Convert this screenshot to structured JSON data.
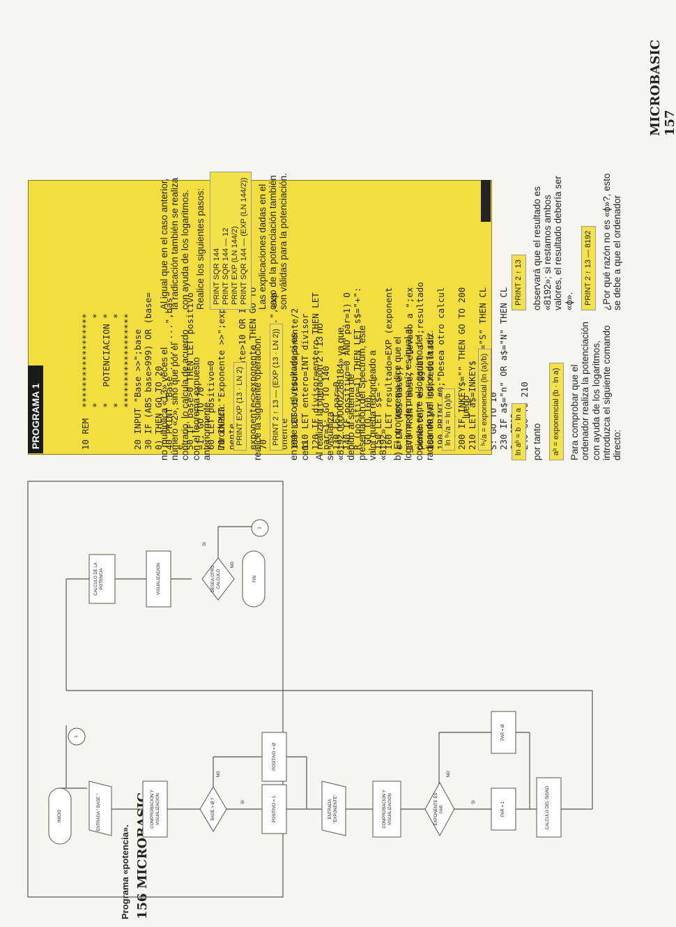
{
  "left_page": {
    "folio": "156 MICROBASIC",
    "caption": "Programa «potencia».",
    "flowchart": {
      "inicio": "INICIO",
      "entrada_base": "ENTRADA \" BASE \"",
      "comprobacion1": "COMPROBACION Y VISUALIZACION",
      "decision_base": "BASE > Ø ?",
      "si": "SI",
      "no": "NO",
      "positivo1": "POSITIVO = 1",
      "positivo0": "POSITIVO = Ø",
      "entrada_exponente": "ENTRADA \"EXPONENTE\"",
      "comprobacion2": "COMPROBACION Y VISUALIZACION",
      "decision_par": "EXPONENTE ES PAR",
      "par1": "PAR = 1",
      "par0": "PAR = Ø",
      "calculo_signo": "CALCULO DEL SIGNO",
      "calculo_potencia": "CALCULO DE LA POTENCIA",
      "visualizacion": "VISUALIZACION",
      "decision_otro": "DESEA OTRO CALCULO",
      "fin": "FIN",
      "connector": "1"
    }
  },
  "program": {
    "title": "PROGRAMA 1",
    "lines": [
      "10 REM  ******************",
      "        *                *",
      "        *   POTENCIACION *",
      "        *                *",
      "        ******************",
      "20 INPUT \"Base >>\";base",
      "30 IF (ABS base>999) OR (base=",
      "0) THEN GO TO 20",
      "40 PRINT \"Base .........\",bas",
      "e",
      "50 IF base>0 THEN LET positivo",
      "=1: GO TO 70",
      "60 LET positivo=0",
      "70 INPUT \"Exponente >>\";expo",
      "nente",
      "80 IF ABS exponente>10 OR INT",
      "exponente<>exponente THEN GO TO",
      "70",
      "90 PRINT \"Exponente .....\",exp",
      "onente",
      "100 LET divisor=exponente/2",
      "110 LET entero=INT divisor",
      "120 IF divisor=entero THEN LET",
      "par=1: GO TO 140",
      "130 LET par=0",
      "140 IF positivo=0 AND par=1) O",
      "R (positivo=1) THEN LET s$=\"+\":",
      " GO TO 160",
      "150 LET s$=\"-\"",
      "160 LET resultado=EXP (exponent",
      "e*LN (ABS base))",
      "170 PRINT base,\" elevado a \";ex",
      "ponente,\" es igual a \";resultado",
      "180 PRINT s$;resultado",
      "190 PRINT #0;\"Desea otro calcul",
      "o (S/N)\"",
      "200 IF INKEY$=\"\" THEN GO TO 200",
      "210 LET a$=INKEY$",
      "220 IF a$=\"s\" OR a$=\"S\" THEN CL",
      "S: GO TO 10",
      "230 IF a$=\"n\" OR a$=\"N\" THEN CL",
      "S: STOP",
      "240 GO TO 210"
    ]
  },
  "below_program": {
    "box1": "ln aᵇ = b · ln a",
    "por_tanto": "por tanto",
    "box2": "aᵇ = exponencial (b · ln a)",
    "para_comprobar": "Para comprobar que el ordenador realiza la potenciación con ayuda de los logaritmos, introduzca el siguiente comando directo:",
    "box3": "PRINT 2 ↑ 13",
    "observara": "observará que el resultado es «8192»; si restamos ambos valores, el resultado debería ser «ɸ».",
    "box4": "PRINT 2 ↑ 13 — 8192",
    "por_que": "¿Por qué razón no es «ɸ»?, esto se debe a que el ordenador"
  },
  "right_column": {
    "folio": "MICROBASIC 157",
    "p1": "no multiplica «13» veces el número «2», sino que por el contrario, lo calcula de acuerdo con el teorema expuesto anteriormente.",
    "introduzca": "Introduzca:",
    "box_exp": "PRINT EXP (13 · LN 2)",
    "realice": "realice la siguiente operación:",
    "box_print2": "PRINT 2 ↑ 13 — (EXP (13 · LN 2))",
    "p_cero": "en este caso el resultado sí es cero.",
    "p_al_realizar": "Al realizar la operación 2 ↑ 13 no se visualiza «8192.0000002288184» ya que, debido al sistema de presentación del Spectrum, este valor queda redondeado a «8192».",
    "p_b": "b) El otro teorema dice que el logaritmo de una raíz es igual al cociente entre el logaritmo del radicando y el índice de la raíz.",
    "box_ln_root": "ln ᵇ√a = ln (a)/b",
    "luego": "luego",
    "box_root": "ᵇ√a = exponencial (ln (a)/b)",
    "p_radicacion": "Al igual que en el caso anterior, la radicación también se realiza con ayuda de los logaritmos.",
    "p_realice": "Realice los siguientes pasos:",
    "box_sqr": [
      "PRINT SQR 144",
      "PRINT SQR 144 — 12",
      "PRINT EXP (LN 144/2)",
      "PRINT SQR 144 — (EXP (LN 144/2))"
    ],
    "p_final": "Las explicaciones dadas en el caso de la potenciación también son válidas para la potenciación."
  }
}
